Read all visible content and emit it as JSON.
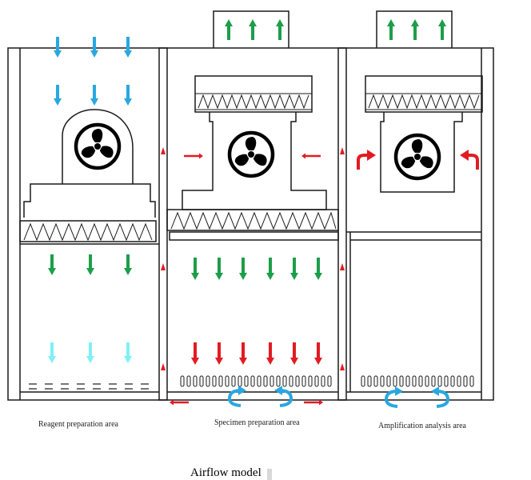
{
  "colors": {
    "blue_arrow": "#2aa7e0",
    "green_arrow": "#1c9e4a",
    "cyan_arrow": "#7ff0f5",
    "red_arrow": "#e21b23",
    "outline": "#1a1a1a",
    "fan": "#000000"
  },
  "icons": [
    "fan-icon",
    "arrow-icon",
    "swirl-icon",
    "filter-icon"
  ],
  "zones": [
    {
      "label": "Reagent preparation area"
    },
    {
      "label": "Specimen preparation area"
    },
    {
      "label": "Amplification analysis area"
    }
  ],
  "caption": "Airflow model"
}
